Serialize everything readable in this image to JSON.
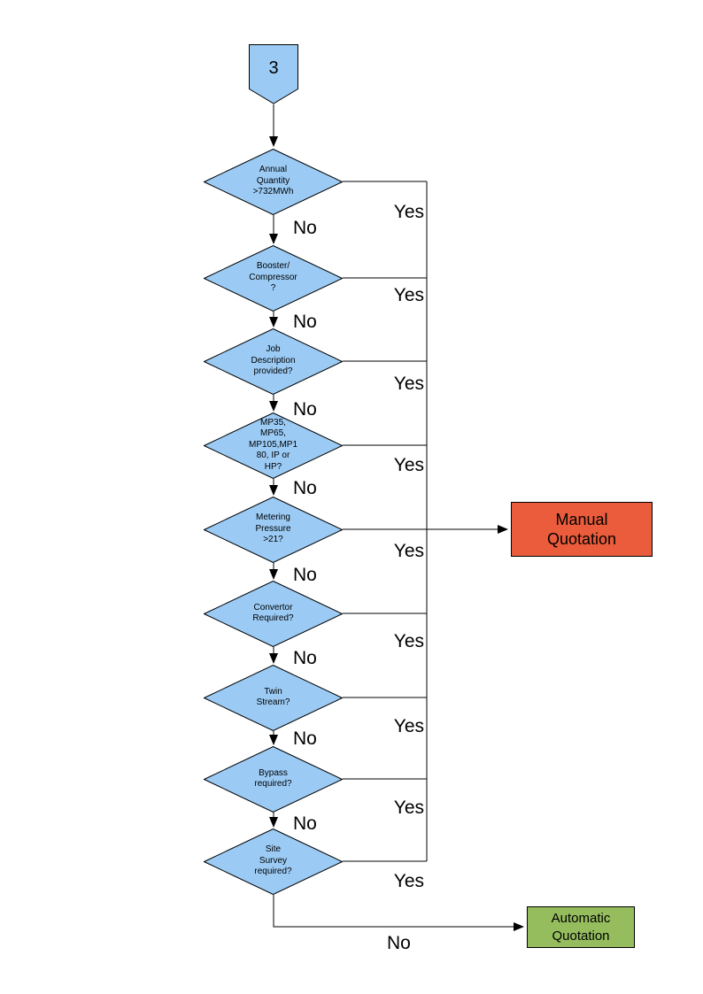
{
  "diagram": {
    "page_connector": {
      "label": "3"
    },
    "labels": {
      "yes": "Yes",
      "no": "No"
    },
    "decisions": [
      {
        "name": "annual-quantity",
        "label": "Annual\nQuantity\n>732MWh"
      },
      {
        "name": "booster-compressor",
        "label": "Booster/\nCompressor\n?"
      },
      {
        "name": "job-description",
        "label": "Job\nDescription\nprovided?"
      },
      {
        "name": "meter-type",
        "label": "MP35,\nMP65,\nMP105,MP1\n80, IP or\nHP?"
      },
      {
        "name": "metering-pressure",
        "label": "Metering\nPressure\n>21?"
      },
      {
        "name": "convertor-required",
        "label": "Convertor\nRequired?"
      },
      {
        "name": "twin-stream",
        "label": "Twin\nStream?"
      },
      {
        "name": "bypass-required",
        "label": "Bypass\nrequired?"
      },
      {
        "name": "site-survey-required",
        "label": "Site\nSurvey\nrequired?"
      }
    ],
    "outcomes": {
      "manual": {
        "label": "Manual\nQuotation",
        "fill": "#ea5c3b"
      },
      "automatic": {
        "label": "Automatic\nQuotation",
        "fill": "#95bd5e"
      }
    },
    "colors": {
      "decision_fill": "#9bcbf5",
      "stroke": "#000000",
      "background": "#ffffff"
    }
  }
}
